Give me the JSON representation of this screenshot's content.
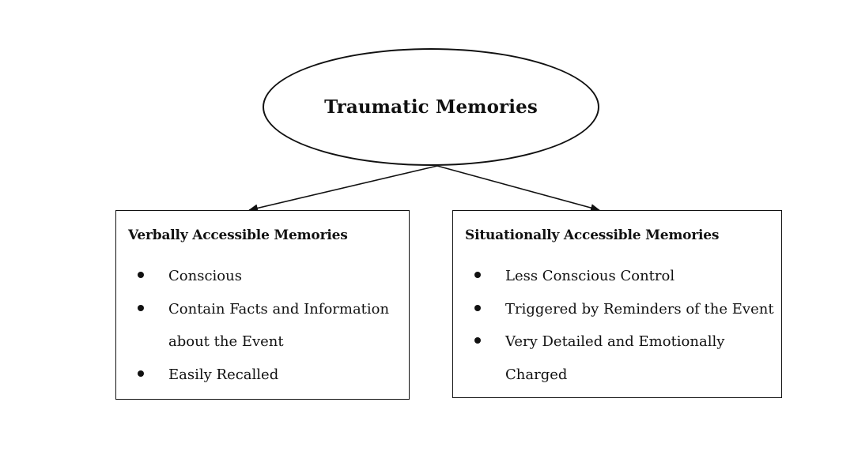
{
  "root": {
    "title": "Traumatic Memories"
  },
  "branches": [
    {
      "heading": "Verbally Accessible Memories",
      "items": [
        "Conscious",
        "Contain Facts and Information about the Event",
        "Easily Recalled"
      ]
    },
    {
      "heading": "Situationally Accessible Memories",
      "items": [
        "Less Conscious Control",
        "Triggered by Reminders of the Event",
        "Very Detailed and Emotionally Charged"
      ]
    }
  ],
  "colors": {
    "line": "#111111",
    "background": "#ffffff"
  }
}
